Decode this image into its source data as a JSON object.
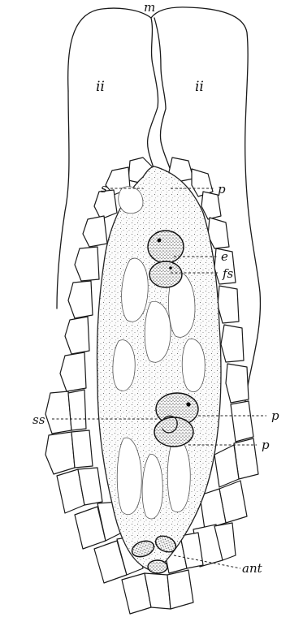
{
  "labels": {
    "m": "m",
    "ii_left": "ii",
    "ii_right": "ii",
    "s": "s",
    "p_top": "p",
    "e": "e",
    "fs": "fs",
    "ss": "ss",
    "p_mid": "p",
    "p_low": "p",
    "ant": "ant"
  }
}
